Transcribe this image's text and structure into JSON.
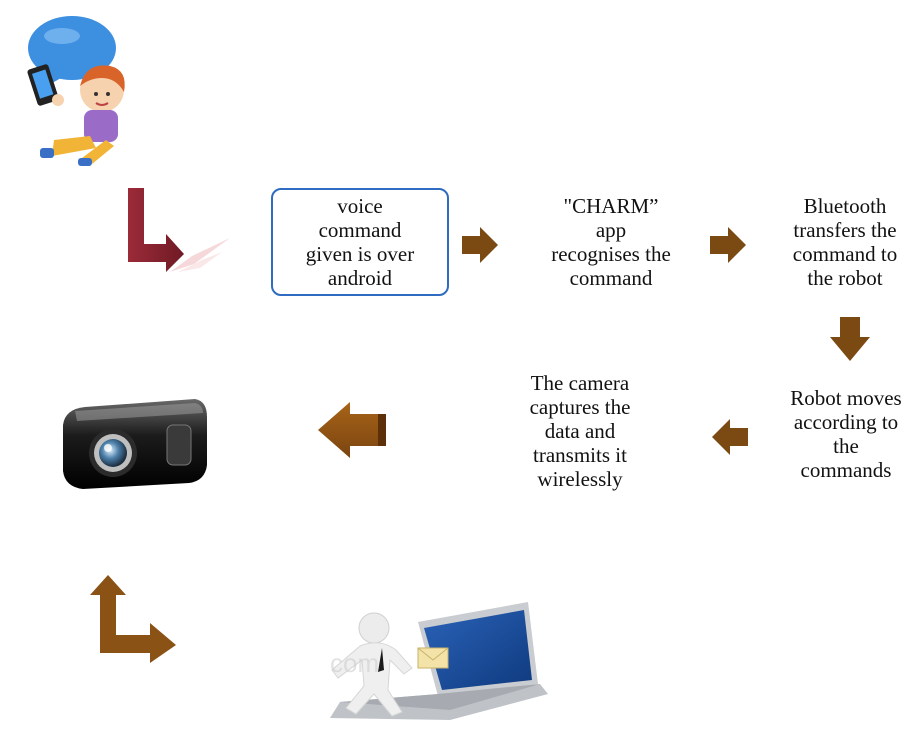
{
  "steps": {
    "voice": "voice\ncommand\ngiven is over\nandroid",
    "app": "\"CHARM”\napp\nrecognises the\ncommand",
    "bluetooth": "Bluetooth\ntransfers the\ncommand to\nthe robot",
    "robot": "Robot moves\naccording to\nthe\ncommands",
    "camera": "The camera\ncaptures the\ndata and\ntransmits it\nwirelessly"
  },
  "watermark": "com",
  "colors": {
    "arrow_brown": "#7a4a12",
    "box_border": "#2d6cc0",
    "red_arrow": "#8e2230"
  },
  "icons": [
    "child-with-phone-icon",
    "camera-icon",
    "laptop-with-person-icon"
  ]
}
